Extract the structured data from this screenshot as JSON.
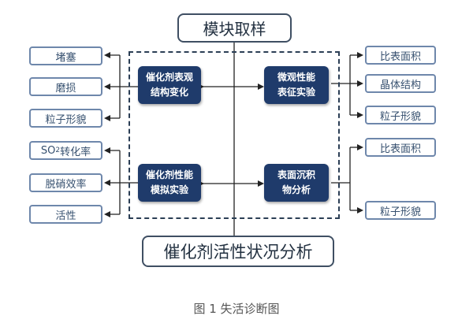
{
  "diagram": {
    "top_label": "模块取样",
    "bottom_label": "催化剂活性状况分析",
    "center_boxes": {
      "top_left": [
        "催化剂表观",
        "结构变化"
      ],
      "top_right": [
        "微观性能",
        "表征实验"
      ],
      "bottom_left": [
        "催化剂性能",
        "模拟实验"
      ],
      "bottom_right": [
        "表面沉积",
        "物分析"
      ]
    },
    "left_top_items": [
      "堵塞",
      "磨损",
      "粒子形貌"
    ],
    "left_bottom_items": [
      "SO",
      "2",
      "转化率",
      "脱硝效率",
      "活性"
    ],
    "right_top_items": [
      "比表面积",
      "晶体结构",
      "粒子形貌"
    ],
    "right_bottom_items": [
      "比表面积",
      "粒子形貌"
    ],
    "caption": "图 1 失活诊断图"
  }
}
